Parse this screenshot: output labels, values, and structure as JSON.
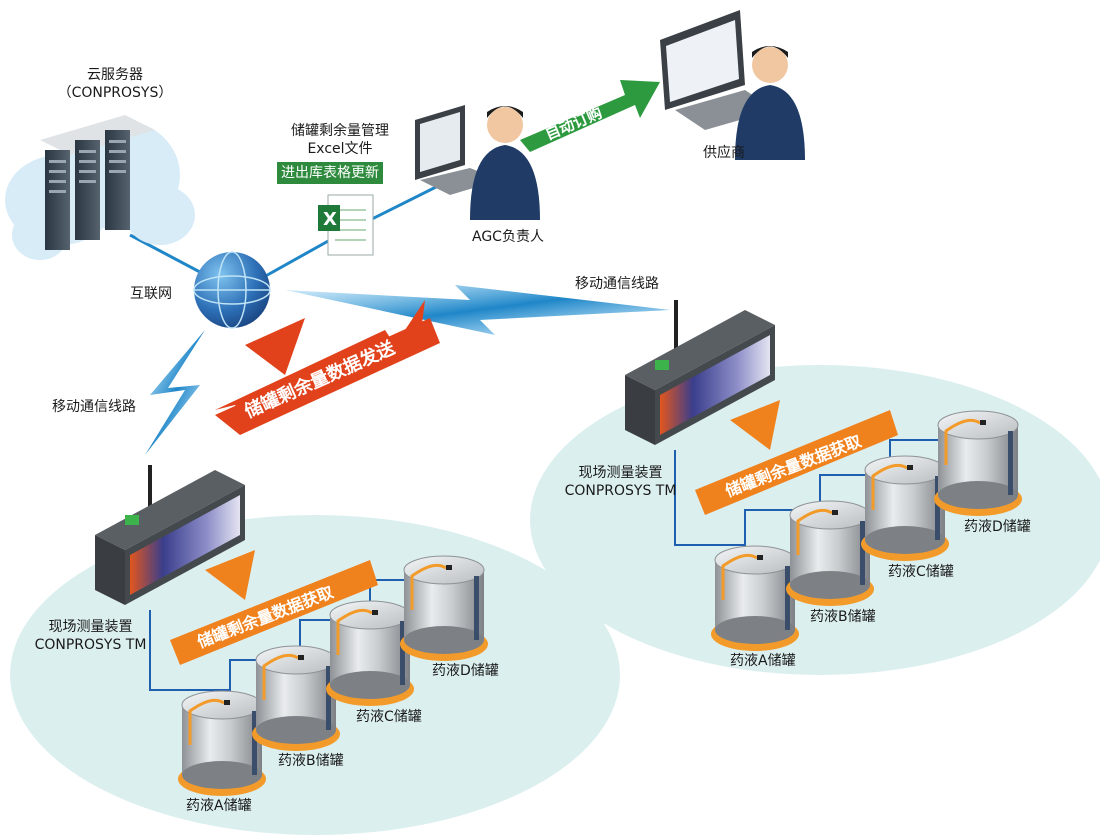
{
  "cloud_server": {
    "line1": "云服务器",
    "line2": "（CONPROSYS）"
  },
  "internet": {
    "label": "互联网"
  },
  "excel": {
    "line1": "储罐剩余量管理",
    "line2": "Excel文件",
    "update_badge": "进出库表格更新"
  },
  "agc": {
    "label": "AGC负责人"
  },
  "supplier": {
    "label": "供应商"
  },
  "auto_order": {
    "label": "自动订购"
  },
  "mobile_link_left": {
    "label": "移动通信线路"
  },
  "mobile_link_right": {
    "label": "移动通信线路"
  },
  "send_arrow": {
    "label": "储罐剩余量数据发送"
  },
  "site_left": {
    "device_line1": "现场测量装置",
    "device_line2": "CONPROSYS TM",
    "acquire_label": "储罐剩余量数据获取",
    "tanks": [
      "药液A储罐",
      "药液B储罐",
      "药液C储罐",
      "药液D储罐"
    ]
  },
  "site_right": {
    "device_line1": "现场测量装置",
    "device_line2": "CONPROSYS TM",
    "acquire_label": "储罐剩余量数据获取",
    "tanks": [
      "药液A储罐",
      "药液B储罐",
      "药液C储罐",
      "药液D储罐"
    ]
  },
  "colors": {
    "network_line": "#1f86c8",
    "send_arrow": "#e1421b",
    "acquire_arrow": "#f0821e",
    "order_arrow": "#2e9a3f",
    "ground_ellipse": "#dcefef",
    "tank_ring": "#f39b2a"
  }
}
